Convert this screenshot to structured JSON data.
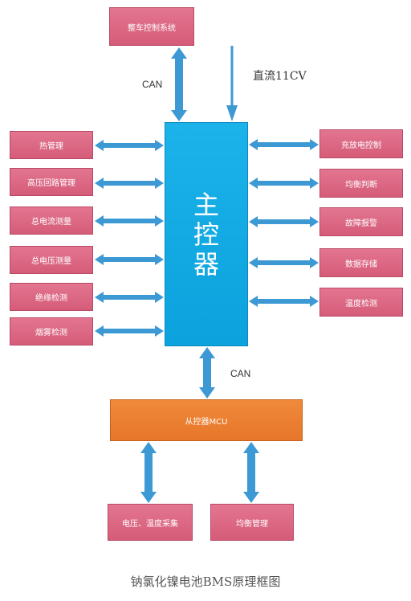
{
  "top_box": {
    "label": "整车控制系统"
  },
  "power_label": "直流11CV",
  "can_top_label": "CAN",
  "can_bottom_label": "CAN",
  "main_controller": {
    "chars": [
      "主",
      "控",
      "器"
    ]
  },
  "left_boxes": [
    "热管理",
    "高压回路管理",
    "总电流测量",
    "总电压测量",
    "绝缘检测",
    "烟雾检测"
  ],
  "right_boxes": [
    "充放电控制",
    "均衡判断",
    "故障报警",
    "数据存储",
    "温度检测"
  ],
  "slave_controller": {
    "label": "从控器MCU"
  },
  "bottom_boxes": [
    "电压、温度采集",
    "均衡管理"
  ],
  "caption": "钠氯化镍电池BMS原理框图",
  "colors": {
    "pink_box": "#da6480",
    "main_box": "#12aae4",
    "slave_box": "#ed8232",
    "arrow": "#3d99d4"
  }
}
